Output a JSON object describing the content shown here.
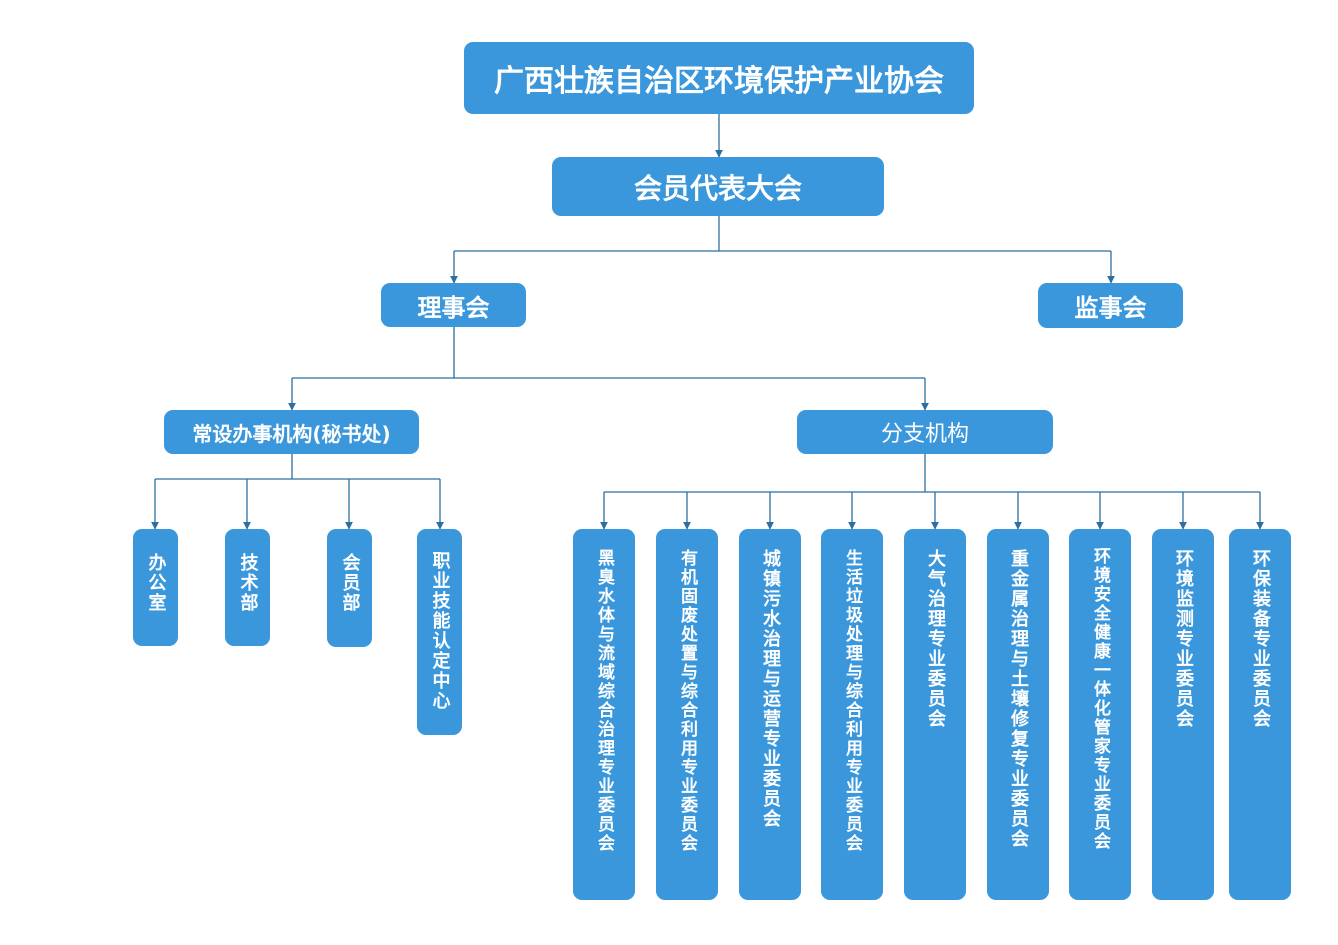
{
  "org": {
    "root": "广西壮族自治区环境保护产业协会",
    "assembly": "会员代表大会",
    "council": "理事会",
    "supervisory": "监事会",
    "secretariat": "常设办事机构(秘书处)",
    "branch": "分支机构",
    "secretariat_children": [
      "办公室",
      "技术部",
      "会员部",
      "职业技能认定中心"
    ],
    "branch_children": [
      "黑臭水体与流域综合治理专业委员会",
      "有机固废处置与综合利用专业委员会",
      "城镇污水治理与运营专业委员会",
      "生活垃圾处理与综合利用专业委员会",
      "大气治理专业委员会",
      "重金属治理与土壤修复专业委员会",
      "环境安全健康一体化管家专业委员会",
      "环境监测专业委员会",
      "环保装备专业委员会"
    ]
  },
  "colors": {
    "box": "#3a97dc",
    "line": "#2f6f9f",
    "text": "#ffffff"
  }
}
